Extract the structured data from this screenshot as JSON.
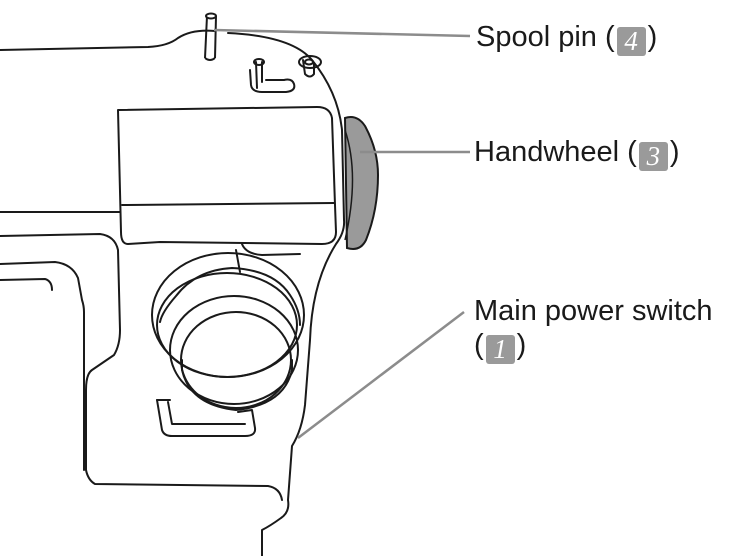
{
  "callouts": [
    {
      "label": "Spool pin",
      "number": "4"
    },
    {
      "label": "Handwheel",
      "number": "3"
    },
    {
      "label": "Main power switch",
      "number": "1"
    }
  ],
  "colors": {
    "outline": "#1a1a1a",
    "leader_line": "#8c8c8c",
    "handwheel_fill": "#9a9a9a",
    "badge_fill": "#9a9a9a"
  }
}
